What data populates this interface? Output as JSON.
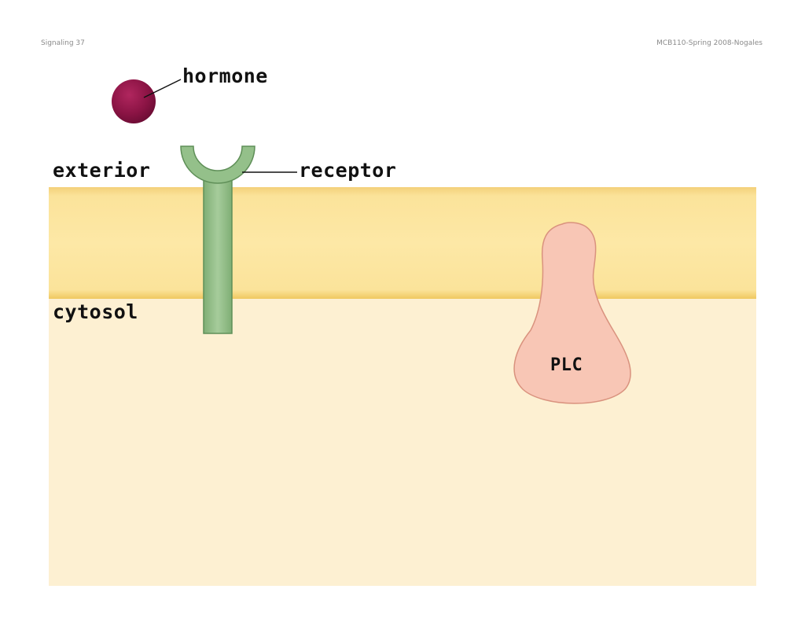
{
  "header": {
    "slide_label": "Signaling 37",
    "course_label": "MCB110-Spring 2008-Nogales"
  },
  "labels": {
    "hormone": "hormone",
    "exterior": "exterior",
    "receptor": "receptor",
    "cytosol": "cytosol",
    "plc": "PLC"
  },
  "colors": {
    "cytosol": "#fdf0d2",
    "membrane": "#fbe39a",
    "membrane_edge": "#f0c860",
    "receptor": "#94c08a",
    "receptor_edge": "#5f8f58",
    "hormone": "#8c1445",
    "plc": "#f8c6b5",
    "plc_edge": "#d9927e"
  }
}
